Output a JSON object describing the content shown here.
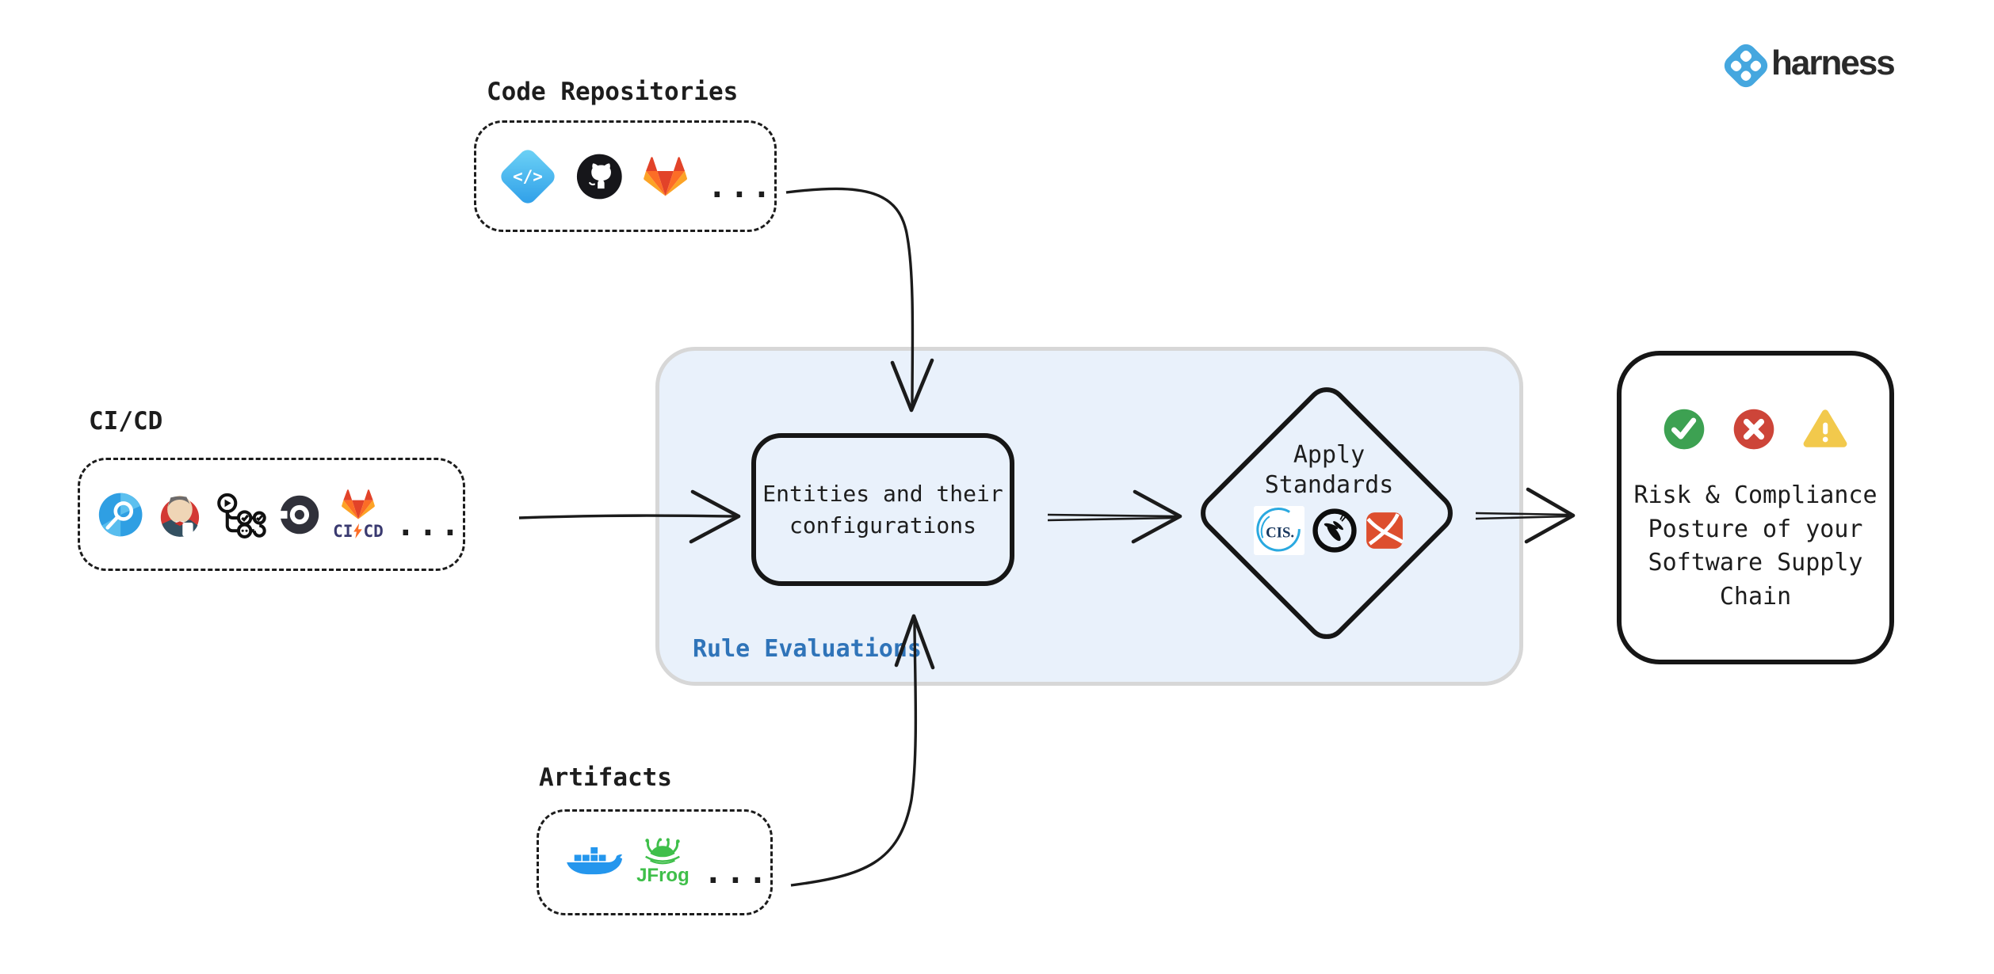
{
  "logo": {
    "brand": "harness"
  },
  "code_repositories": {
    "label": "Code Repositories",
    "code_glyph": "</>",
    "more": "...",
    "icons": [
      "code-repo-icon",
      "github-icon",
      "gitlab-icon"
    ]
  },
  "cicd": {
    "label": "CI/CD",
    "more": "...",
    "gitlab_ci": "CI",
    "gitlab_cd": "CD",
    "icons": [
      "harness-ci-icon",
      "jenkins-icon",
      "github-actions-icon",
      "circleci-icon",
      "gitlab-cicd-icon"
    ]
  },
  "artifacts": {
    "label": "Artifacts",
    "jfrog": "JFrog",
    "more": "...",
    "icons": [
      "docker-icon",
      "jfrog-icon"
    ]
  },
  "rule_panel": {
    "label": "Rule Evaluations"
  },
  "entities": {
    "text": "Entities and their configurations"
  },
  "apply_standards": {
    "line1": "Apply",
    "line2": "Standards",
    "cis": "CIS.",
    "icons": [
      "cis-icon",
      "owasp-icon",
      "supply-chain-standard-icon"
    ]
  },
  "result": {
    "text": "Risk & Compliance Posture of your Software Supply Chain",
    "icons": [
      "pass-icon",
      "fail-icon",
      "warning-icon"
    ]
  },
  "colors": {
    "panel_bg": "#e9f1fb",
    "panel_border": "#d7d7d7",
    "rule_label_blue": "#2f74b9",
    "harness_blue": "#45a7df",
    "gitlab_orange": "#fc6d26",
    "docker_blue": "#2496ed",
    "jfrog_green": "#3fbf4a",
    "pass_green": "#3da152",
    "fail_red": "#cd4539",
    "warn_yellow": "#f2c94c",
    "ink": "#1b1b1b"
  }
}
